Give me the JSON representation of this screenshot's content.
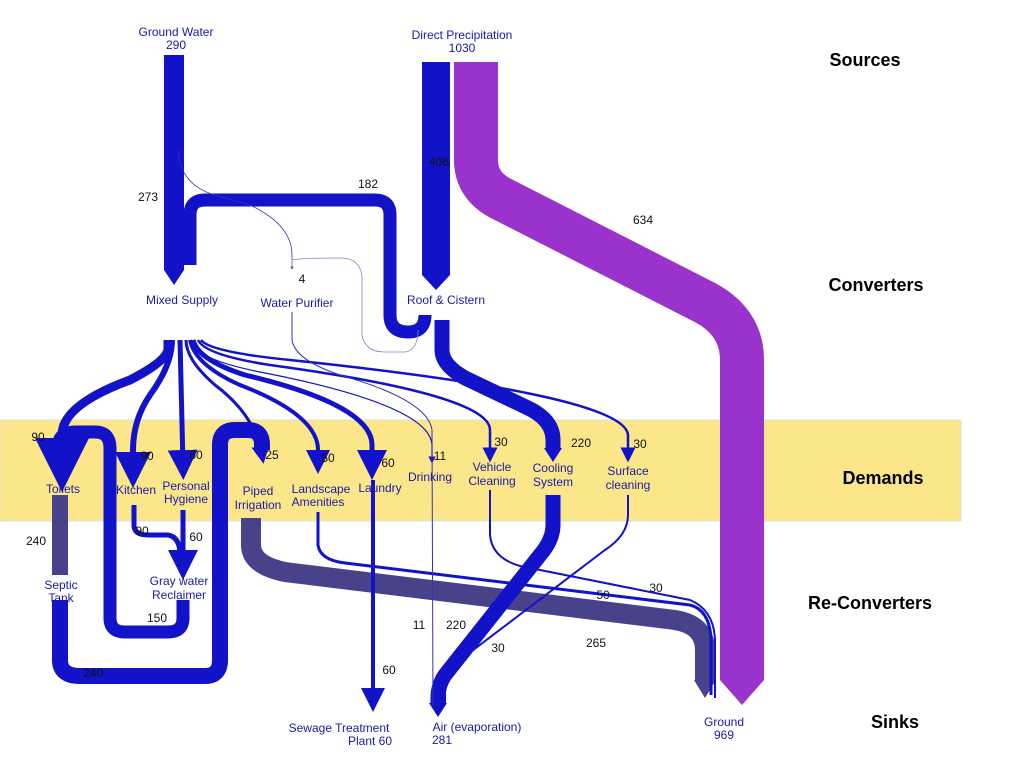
{
  "colors": {
    "water": "#1212c8",
    "precipitation": "#9933cc",
    "graywater": "#48428a",
    "band": "#fce68a",
    "thin": "#3232b8"
  },
  "tiers": {
    "sources": "Sources",
    "converters": "Converters",
    "demands": "Demands",
    "reconverters": "Re-Converters",
    "sinks": "Sinks"
  },
  "nodes": {
    "ground_water": {
      "label": "Ground Water",
      "value": "290"
    },
    "direct_precipitation": {
      "label": "Direct Precipitation",
      "value": "1030"
    },
    "mixed_supply": "Mixed Supply",
    "water_purifier": "Water Purifier",
    "roof_cistern": "Roof & Cistern",
    "toilets": "Toilets",
    "kitchen": "Kitchen",
    "personal_hygiene": [
      "Personal",
      "Hygiene"
    ],
    "piped_irrigation": [
      "Piped",
      "Irrigation"
    ],
    "landscape_amenities": [
      "Landscape",
      "Amenities"
    ],
    "laundry": "Laundry",
    "drinking": "Drinking",
    "vehicle_cleaning": [
      "Vehicle",
      "Cleaning"
    ],
    "cooling_system": [
      "Cooling",
      "System"
    ],
    "surface_cleaning": [
      "Surface",
      "cleaning"
    ],
    "septic_tank": [
      "Septic",
      "Tank"
    ],
    "gray_water_reclaimer": [
      "Gray water",
      "Reclaimer"
    ],
    "sewage_treatment": [
      "Sewage Treatment",
      "Plant  60"
    ],
    "air_evaporation": {
      "label": "Air (evaporation)",
      "value": "281"
    },
    "ground": {
      "label": "Ground",
      "value": "969"
    }
  },
  "flows": {
    "gw_to_mixed": "273",
    "mixed_to_roof": "182",
    "precip_to_roof": "406",
    "precip_to_ground": "634",
    "gw_to_purifier": "4",
    "to_toilets": "90",
    "to_kitchen": "90",
    "to_hygiene": "60",
    "to_irrigation": "25",
    "to_landscape": "50",
    "to_laundry": "60",
    "to_drinking": "11",
    "to_vehicle": "30",
    "to_cooling": "220",
    "to_surface": "30",
    "toilets_to_septic": "240",
    "kitchen_to_reclaimer": "90",
    "hygiene_to_reclaimer": "60",
    "reclaimer_out": "150",
    "septic_out": "240",
    "vehicle_to_ground": "30",
    "landscape_to_ground": "50",
    "surface_to_air": "30",
    "irrigation_to_ground": "265",
    "drinking_to_air": "11",
    "cooling_to_air": "220",
    "laundry_to_sewage": "60"
  }
}
